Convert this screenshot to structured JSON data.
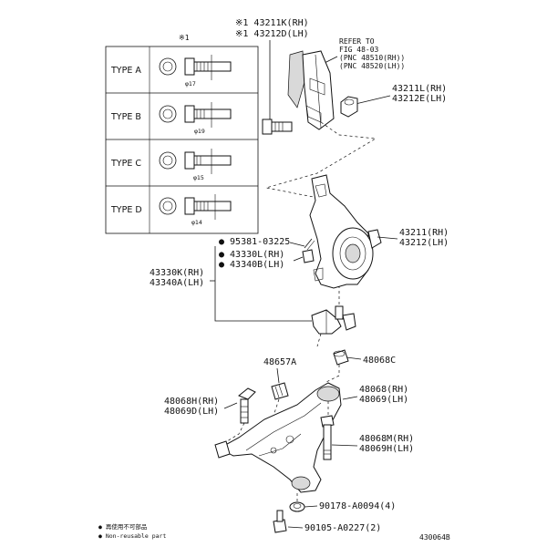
{
  "table": {
    "header_mark": "※1",
    "rows": [
      {
        "label": "TYPE A",
        "dim": "φ17"
      },
      {
        "label": "TYPE B",
        "dim": "φ19"
      },
      {
        "label": "TYPE C",
        "dim": "φ15"
      },
      {
        "label": "TYPE D",
        "dim": "φ14"
      }
    ]
  },
  "callouts": {
    "bolt_rh": "※1 43211K(RH)",
    "bolt_lh": "※1 43212D(LH)",
    "refer_1": "REFER TO",
    "refer_2": "FIG 48-03",
    "refer_3": "(PNC 48510(RH))",
    "refer_4": "(PNC 48520(LH))",
    "nut_rh": "43211L(RH)",
    "nut_lh": "43212E(LH)",
    "knuckle_rh": "43211(RH)",
    "knuckle_lh": "43212(LH)",
    "pin": "● 95381-03225",
    "n1_rh": "● 43330L(RH)",
    "n1_lh": "● 43340B(LH)",
    "joint_rh": "43330K(RH)",
    "joint_lh": "43340A(LH)",
    "clip": "48657A",
    "bush_c": "48068C",
    "bolt_h_rh": "48068H(RH)",
    "bolt_h_lh": "48069D(LH)",
    "arm_rh": "48068(RH)",
    "arm_lh": "48069(LH)",
    "bolt_m_rh": "48068M(RH)",
    "bolt_m_lh": "48069H(LH)",
    "nut_9017": "90178-A0094(4)",
    "bolt_9010": "90105-A0227(2)"
  },
  "legend": {
    "line1": "● 再使用不可部品",
    "line2": "● Non-reusable part"
  },
  "figure_id": "430064B"
}
